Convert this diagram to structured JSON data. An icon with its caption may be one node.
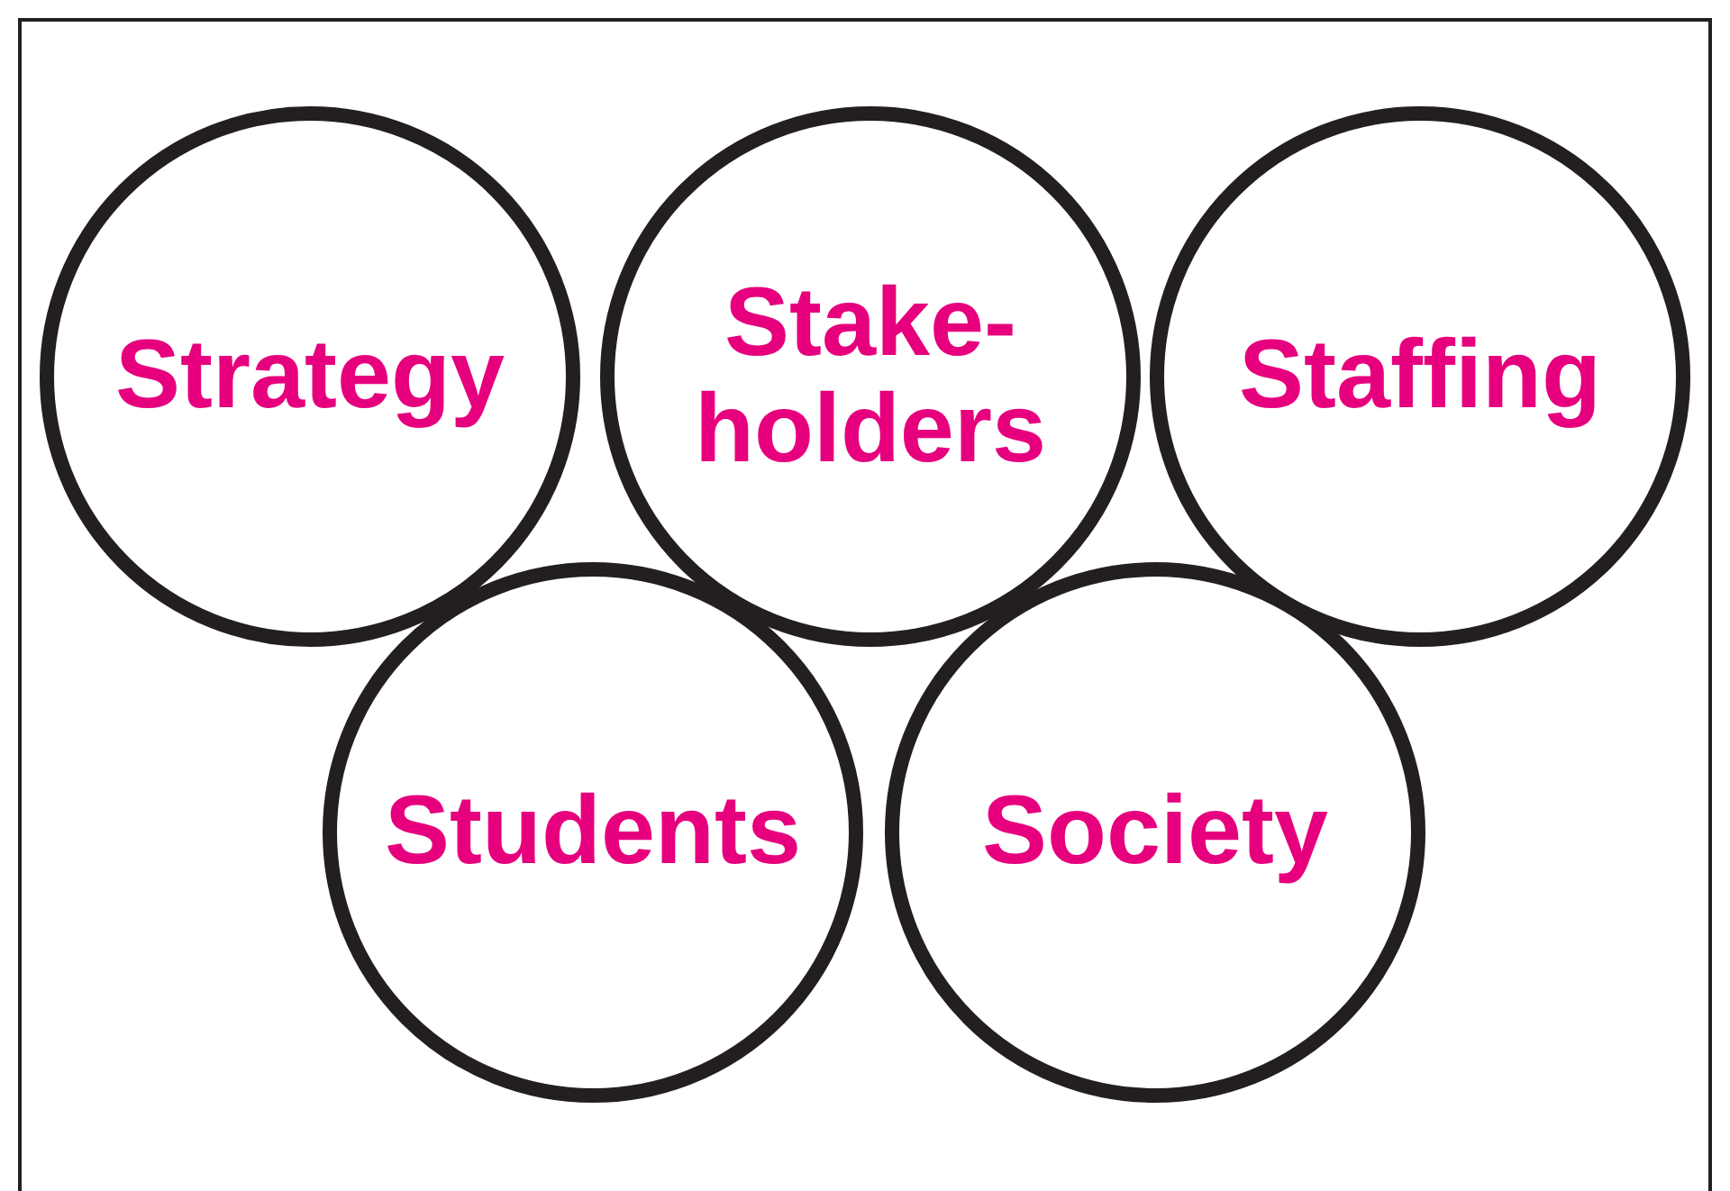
{
  "diagram": {
    "nodes": [
      {
        "text": [
          "Strategy"
        ]
      },
      {
        "text": [
          "Stake- holders"
        ]
      },
      {
        "text": [
          "Staffing"
        ]
      },
      {
        "text": [
          "Students"
        ]
      },
      {
        "text": [
          "Society"
        ]
      }
    ]
  }
}
